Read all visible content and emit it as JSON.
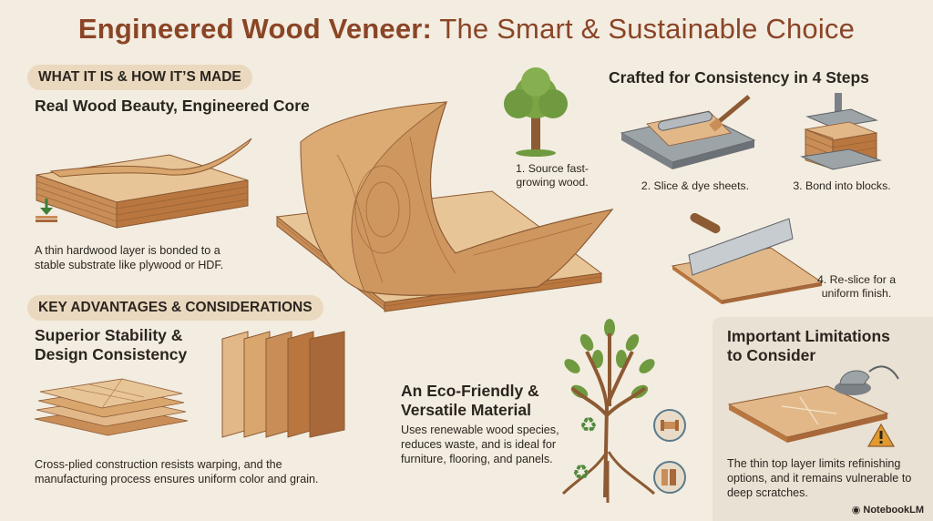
{
  "title": {
    "strong": "Engineered Wood Veneer:",
    "light": "The Smart & Sustainable Choice"
  },
  "section1": {
    "pill": "WHAT IT IS & HOW IT’S MADE",
    "heading": "Real Wood Beauty, Engineered Core",
    "body": "A thin hardwood layer is bonded to a stable substrate like plywood or HDF."
  },
  "process": {
    "heading": "Crafted for Consistency in 4 Steps",
    "steps": [
      {
        "label": "1. Source fast-growing wood.",
        "icon": "tree-icon"
      },
      {
        "label": "2. Slice & dye sheets.",
        "icon": "veneer-slicer-icon"
      },
      {
        "label": "3. Bond into blocks.",
        "icon": "press-icon"
      },
      {
        "label": "4. Re-slice for a uniform finish.",
        "icon": "knife-icon"
      }
    ]
  },
  "section2": {
    "pill": "KEY ADVANTAGES & CONSIDERATIONS",
    "heading": "Superior Stability & Design Consistency",
    "body": "Cross-plied construction resists warping, and the manufacturing process ensures uniform color and grain."
  },
  "eco": {
    "heading": "An Eco-Friendly & Versatile Material",
    "body": "Uses renewable wood species, reduces waste, and is ideal for furniture, flooring, and panels."
  },
  "limits": {
    "heading": "Important Limitations to Consider",
    "body": "The thin top layer limits refinishing options, and it remains vulnerable to deep scratches."
  },
  "brand": "NotebookLM",
  "colors": {
    "accent": "#8a4526",
    "pill": "#ead9bf",
    "background": "#f3ece0",
    "wood_light": "#e2b889",
    "wood_mid": "#c98e57",
    "wood_dark": "#a8683a",
    "leaf": "#6f9a3f",
    "warning": "#e09a2e"
  }
}
